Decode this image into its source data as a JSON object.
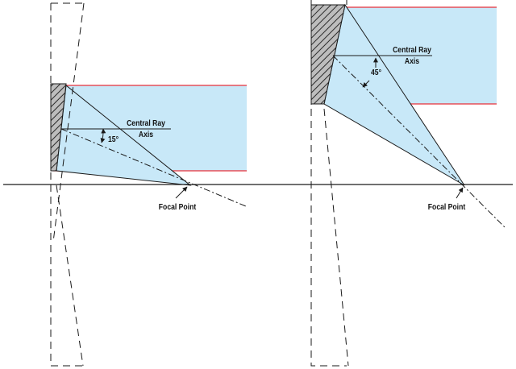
{
  "colors": {
    "background": "#ffffff",
    "beam_fill": "#c8e8f8",
    "beam_edge": "#e8303a",
    "lines": "#1a1a1a",
    "prism_fill": "#bdbdbd"
  },
  "left_diagram": {
    "central_ray_line1": "Central Ray",
    "central_ray_line2": "Axis",
    "angle_label": "15°",
    "focal_point_label": "Focal Point"
  },
  "right_diagram": {
    "central_ray_line1": "Central Ray",
    "central_ray_line2": "Axis",
    "angle_label": "45°",
    "focal_point_label": "Focal Point"
  },
  "icons": [
    "wedge-prism-icon",
    "arrow-icon"
  ]
}
